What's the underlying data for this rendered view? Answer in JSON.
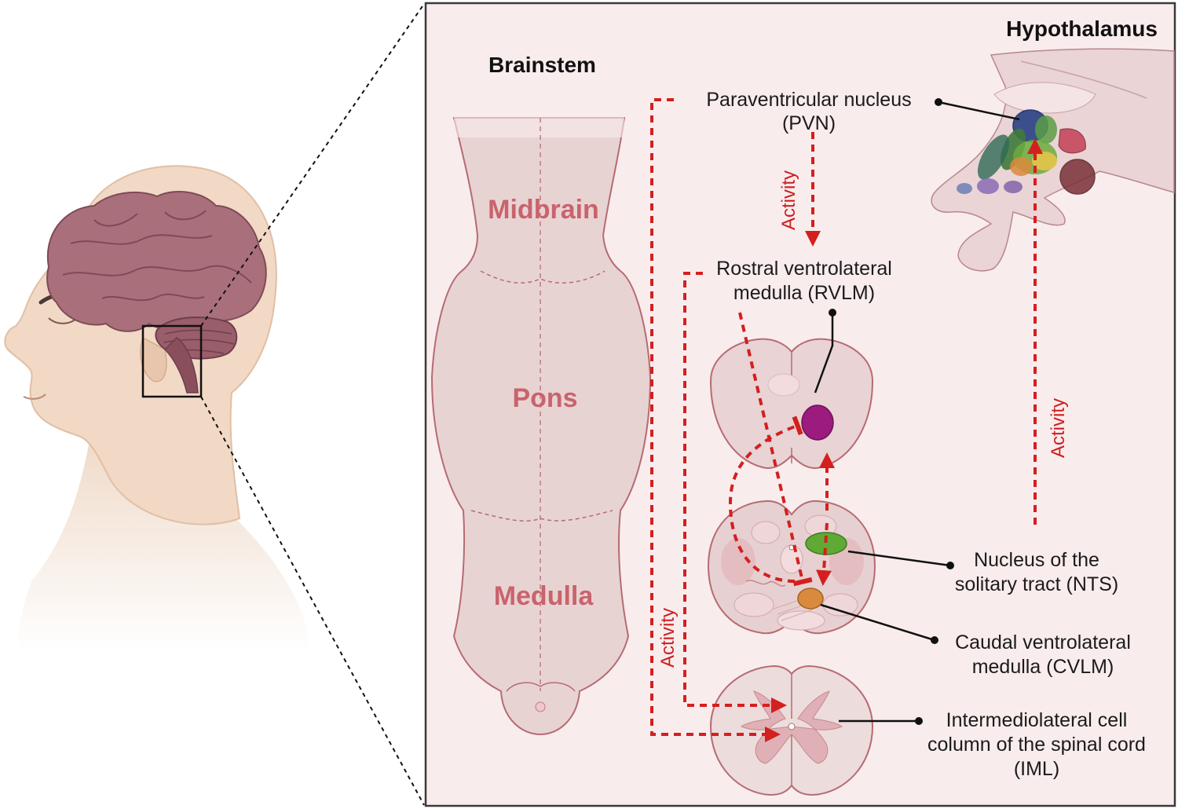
{
  "titles": {
    "brainstem": "Brainstem",
    "hypothalamus": "Hypothalamus"
  },
  "regions": {
    "midbrain": "Midbrain",
    "pons": "Pons",
    "medulla": "Medulla"
  },
  "labels": {
    "pvn": {
      "line1": "Paraventricular nucleus",
      "line2": "(PVN)"
    },
    "rvlm": {
      "line1": "Rostral ventrolateral",
      "line2": "medulla (RVLM)"
    },
    "nts": {
      "line1": "Nucleus of the",
      "line2": "solitary tract (NTS)"
    },
    "cvlm": {
      "line1": "Caudal ventrolateral",
      "line2": "medulla (CVLM)"
    },
    "iml": {
      "line1": "Intermediolateral cell",
      "line2": "column of the spinal cord",
      "line3": "(IML)"
    }
  },
  "pathway": {
    "activity_pvn_rvlm": "Activity",
    "activity_hypothalamus": "Activity",
    "activity_spinal": "Activity"
  },
  "colors": {
    "panel_bg": "#f9eced",
    "tissue": "#e8d3d3",
    "tissue_stroke": "#b66b72",
    "pathway_red": "#d41f1f",
    "rvlm_nucleus": "#9b1b7e",
    "nts_nucleus": "#5fa935",
    "cvlm_nucleus": "#d98a3c",
    "pvn_nucleus": "#3b4f8c",
    "skin": "#f1d9c5",
    "brain": "#a9707c"
  }
}
